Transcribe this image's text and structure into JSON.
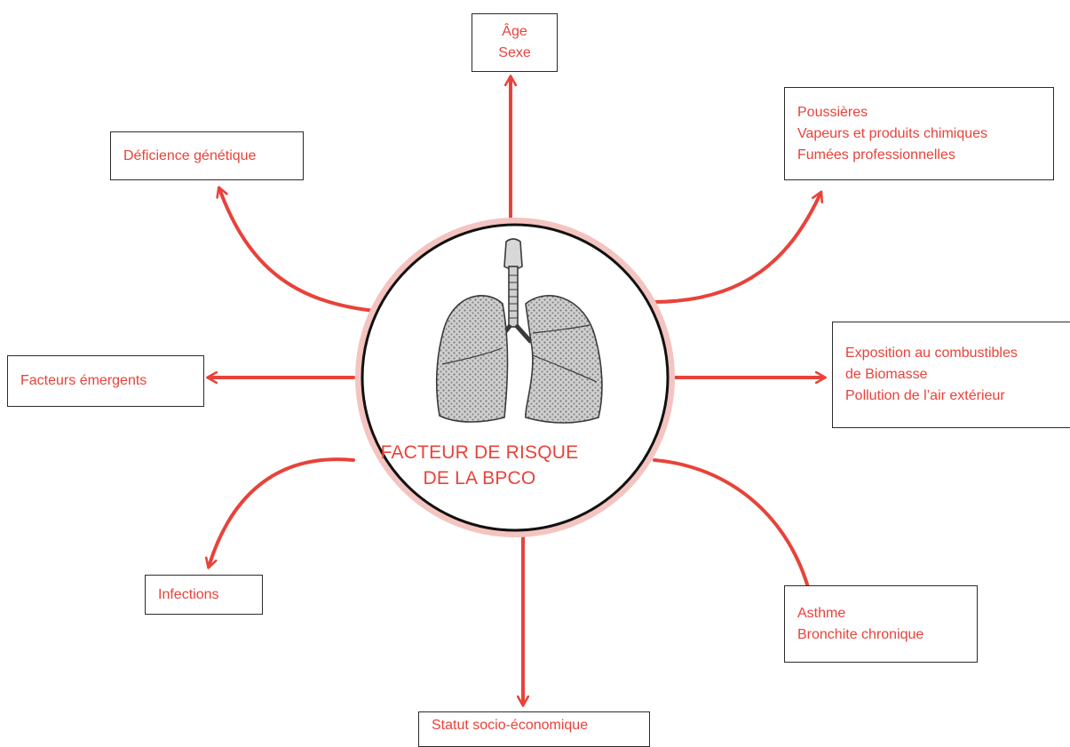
{
  "center": {
    "title_line1": "FACTEUR DE RISQUE",
    "title_line2": "DE LA BPCO"
  },
  "factors": {
    "age_sexe": [
      "Âge",
      "Sexe"
    ],
    "occupational": [
      "Poussières",
      "Vapeurs et produits chimiques",
      "Fumées professionnelles"
    ],
    "genetic": [
      "Déficience génétique"
    ],
    "emerging": [
      "Facteurs émergents"
    ],
    "environment": [
      "Exposition au combustibles",
      "de Biomasse",
      "Pollution de l’air extérieur"
    ],
    "infections": [
      "Infections"
    ],
    "asthma": [
      "Asthme",
      "Bronchite chronique"
    ],
    "socio": [
      "Statut socio-économique"
    ]
  },
  "colors": {
    "accent": "#e8423a",
    "ring": "#f4c4c0",
    "border": "#2b2b2b",
    "lung_fill": "#c9c9c9",
    "lung_stroke": "#3a3a3a"
  },
  "icons": {
    "center": "lungs-illustration"
  }
}
